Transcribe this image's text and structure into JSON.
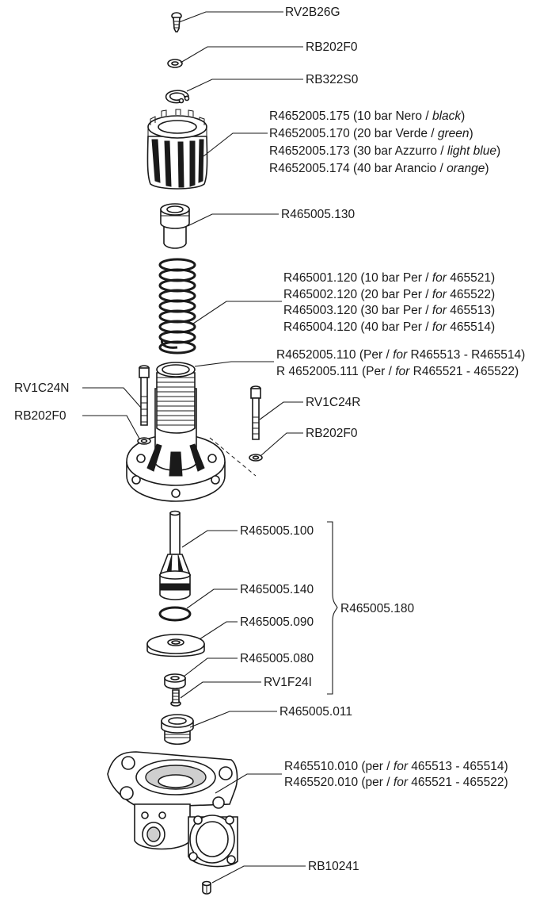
{
  "labels": {
    "rv2b26g": "RV2B26G",
    "rb202f0_top": "RB202F0",
    "rb322s0": "RB322S0",
    "knob": [
      {
        "code": "R4652005.175",
        "rest": " (10 bar Nero / ",
        "color": "black",
        "end": ")"
      },
      {
        "code": "R4652005.170",
        "rest": " (20 bar Verde / ",
        "color": "green",
        "end": ")"
      },
      {
        "code": "R4652005.173",
        "rest": " (30 bar Azzurro / ",
        "color": "light blue",
        "end": ")"
      },
      {
        "code": "R4652005.174",
        "rest": " (40 bar Arancio / ",
        "color": "orange",
        "end": ")"
      }
    ],
    "r465005_130": "R465005.130",
    "spring": [
      {
        "code": "R465001.120",
        "pre": " (10 bar Per / ",
        "for": "for",
        "num": " 465521)"
      },
      {
        "code": "R465002.120",
        "pre": " (20 bar Per / ",
        "for": "for",
        "num": " 465522)"
      },
      {
        "code": "R465003.120",
        "pre": " (30 bar Per / ",
        "for": "for",
        "num": " 465513)"
      },
      {
        "code": "R465004.120",
        "pre": " (40 bar Per / ",
        "for": "for",
        "num": " 465514)"
      }
    ],
    "body": [
      {
        "code": "R4652005.110",
        "pre": " (Per / ",
        "for": "for",
        "num": " R465513 - R465514)"
      },
      {
        "code": "R 4652005.111",
        "pre": " (Per / ",
        "for": "for",
        "num": " R465521 - 465522)"
      }
    ],
    "rv1c24n": "RV1C24N",
    "rb202f0_left": "RB202F0",
    "rv1c24r": "RV1C24R",
    "rb202f0_right": "RB202F0",
    "r465005_100": "R465005.100",
    "r465005_140": "R465005.140",
    "r465005_090": "R465005.090",
    "r465005_080": "R465005.080",
    "rv1f24i": "RV1F24I",
    "group": "R465005.180",
    "r465005_011": "R465005.011",
    "base": [
      {
        "code": "R465510.010",
        "pre": " (per / ",
        "for": "for",
        "num": " 465513 - 465514)"
      },
      {
        "code": "R465520.010",
        "pre": " (per / ",
        "for": "for",
        "num": " 465521 - 465522)"
      }
    ],
    "rb10241": "RB10241"
  }
}
